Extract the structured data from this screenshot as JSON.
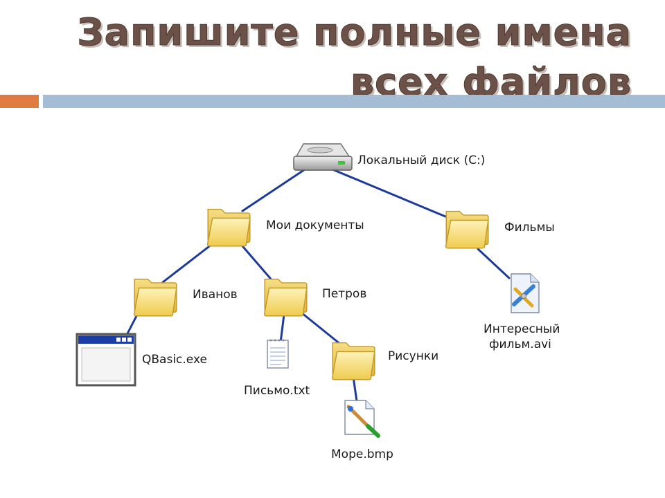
{
  "slide": {
    "title_line1": "Запишите полные имена",
    "title_line2": "всех файлов"
  },
  "tree": {
    "root": "Локальный диск (C:)",
    "my_documents": "Мои документы",
    "films": "Фильмы",
    "ivanov": "Иванов",
    "petrov": "Петров",
    "qbasic": "QBasic.exe",
    "letter": "Письмо.txt",
    "pictures": "Рисунки",
    "sea": "Море.bmp",
    "movie_line1": "Интересный",
    "movie_line2": "фильм.avi"
  },
  "colors": {
    "title": "#6b5148",
    "accent_orange": "#e07c40",
    "accent_blue": "#a4bcd4",
    "connector": "#1c3a9a",
    "folder": "#f3d566"
  }
}
